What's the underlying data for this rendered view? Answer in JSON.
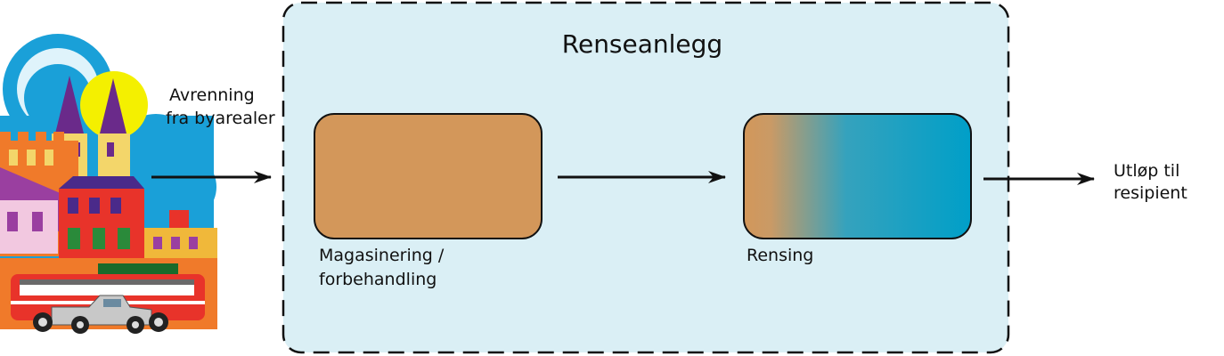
{
  "diagram": {
    "plant_title": "Renseanlegg",
    "inflow_label_line1": "Avrenning",
    "inflow_label_line2": "fra byarealer",
    "storage_label_line1": "Magasinering /",
    "storage_label_line2": "forbehandling",
    "treatment_label": "Rensing",
    "outlet_label_line1": "Utløp til",
    "outlet_label_line2": "resipient"
  },
  "colors": {
    "plant_fill": "#daeff5",
    "storage_fill": "#d3975a",
    "treatment_start": "#d3975a",
    "treatment_end": "#009fc8"
  },
  "icons": [
    "city-illustration-icon"
  ]
}
